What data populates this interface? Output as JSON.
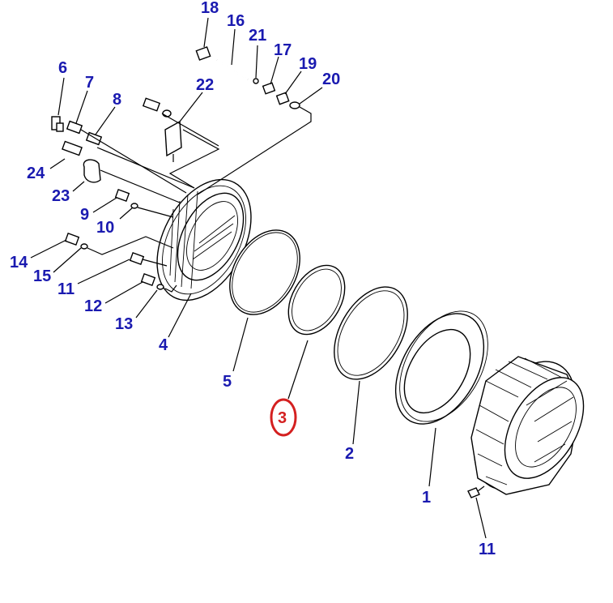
{
  "diagram": {
    "label_color": "#1a1ab0",
    "highlight_color": "#d42020",
    "highlighted_part": "3",
    "callouts": [
      {
        "id": "18",
        "text": "18"
      },
      {
        "id": "16",
        "text": "16"
      },
      {
        "id": "21",
        "text": "21"
      },
      {
        "id": "17",
        "text": "17"
      },
      {
        "id": "19",
        "text": "19"
      },
      {
        "id": "20",
        "text": "20"
      },
      {
        "id": "6",
        "text": "6"
      },
      {
        "id": "7",
        "text": "7"
      },
      {
        "id": "8",
        "text": "8"
      },
      {
        "id": "22",
        "text": "22"
      },
      {
        "id": "24",
        "text": "24"
      },
      {
        "id": "23",
        "text": "23"
      },
      {
        "id": "9",
        "text": "9"
      },
      {
        "id": "10",
        "text": "10"
      },
      {
        "id": "14",
        "text": "14"
      },
      {
        "id": "15",
        "text": "15"
      },
      {
        "id": "11a",
        "text": "11"
      },
      {
        "id": "12",
        "text": "12"
      },
      {
        "id": "13",
        "text": "13"
      },
      {
        "id": "4",
        "text": "4"
      },
      {
        "id": "5",
        "text": "5"
      },
      {
        "id": "3",
        "text": "3"
      },
      {
        "id": "2",
        "text": "2"
      },
      {
        "id": "1",
        "text": "1"
      },
      {
        "id": "11b",
        "text": "11"
      }
    ]
  }
}
